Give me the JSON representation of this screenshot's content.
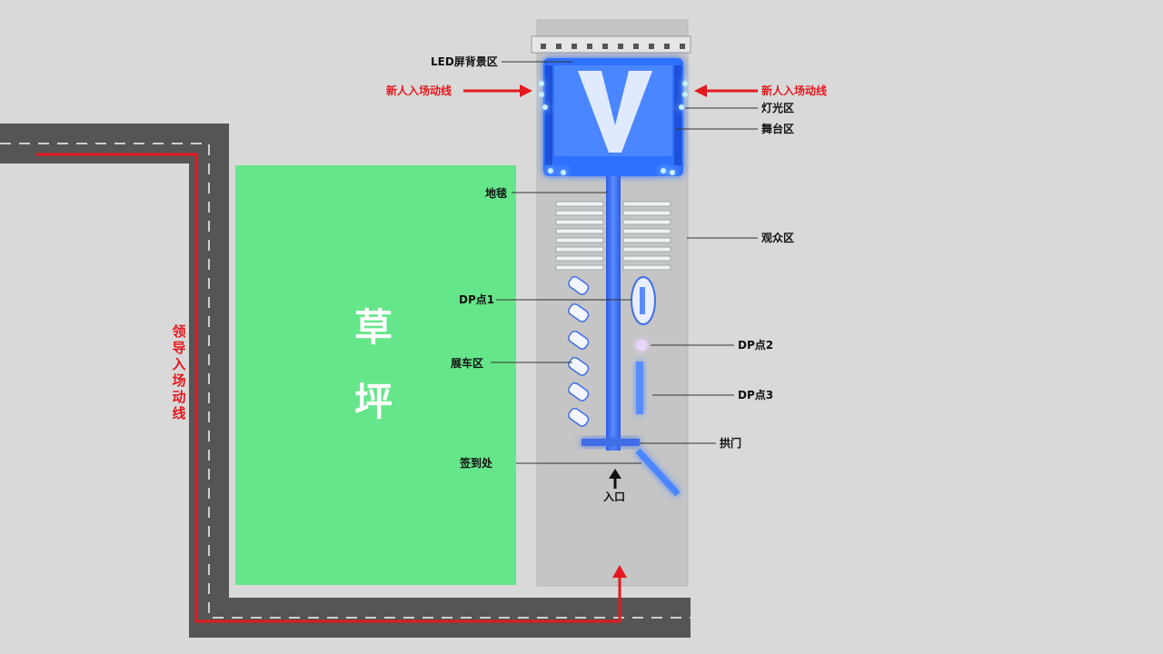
{
  "labels": {
    "led_screen": "LED屏背景区",
    "newcomer_route_left": "新人入场动线",
    "newcomer_route_right": "新人入场动线",
    "lighting": "灯光区",
    "stage": "舞台区",
    "carpet": "地毯",
    "audience": "观众区",
    "dp1": "DP点1",
    "dp2": "DP点2",
    "dp3": "DP点3",
    "car_display": "展车区",
    "arch": "拱门",
    "checkin": "签到处",
    "entrance": "入口",
    "leader_route": "领导入场动线",
    "lawn_1": "草",
    "lawn_2": "坪"
  },
  "colors": {
    "background": "#d9d9d9",
    "road": "#555555",
    "route": "#e4191f",
    "lawn": "#66e68a",
    "carpet": "#3f6ee8",
    "stage": "#2f6fff"
  }
}
